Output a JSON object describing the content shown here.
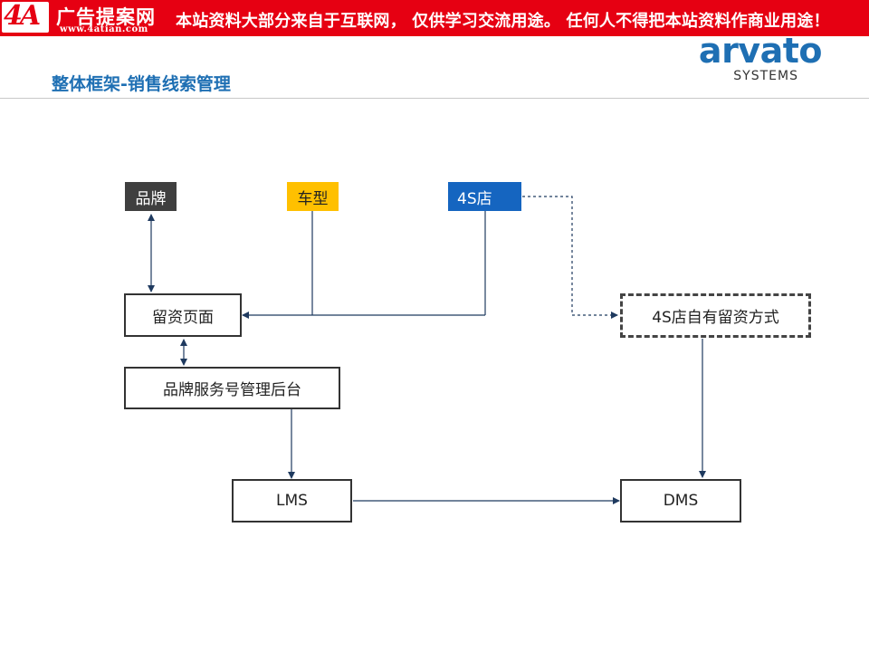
{
  "banner": {
    "logo": "4A",
    "site_name": "广告提案网",
    "site_url": "www.4atian.com",
    "notice": "本站资料大部分来自于互联网， 仅供学习交流用途。 任何人不得把本站资料作商业用途！"
  },
  "brand": {
    "name": "arvato",
    "subtitle": "SYSTEMS"
  },
  "page": {
    "title": "整体框架-销售线索管理"
  },
  "diagram": {
    "nodes": {
      "brand_tag": "品牌",
      "car_model_tag": "车型",
      "dealer_tag": "4S店",
      "lead_page": "留资页面",
      "dealer_own_lead": "4S店自有留资方式",
      "brand_service_backend": "品牌服务号管理后台",
      "lms": "LMS",
      "dms": "DMS"
    }
  },
  "colors": {
    "banner_red": "#e60012",
    "accent_blue": "#1e6fb3",
    "tag_dark": "#3f3f3f",
    "tag_yellow": "#ffc000",
    "tag_blue": "#1565c0",
    "connector": "#1f3a5f"
  }
}
